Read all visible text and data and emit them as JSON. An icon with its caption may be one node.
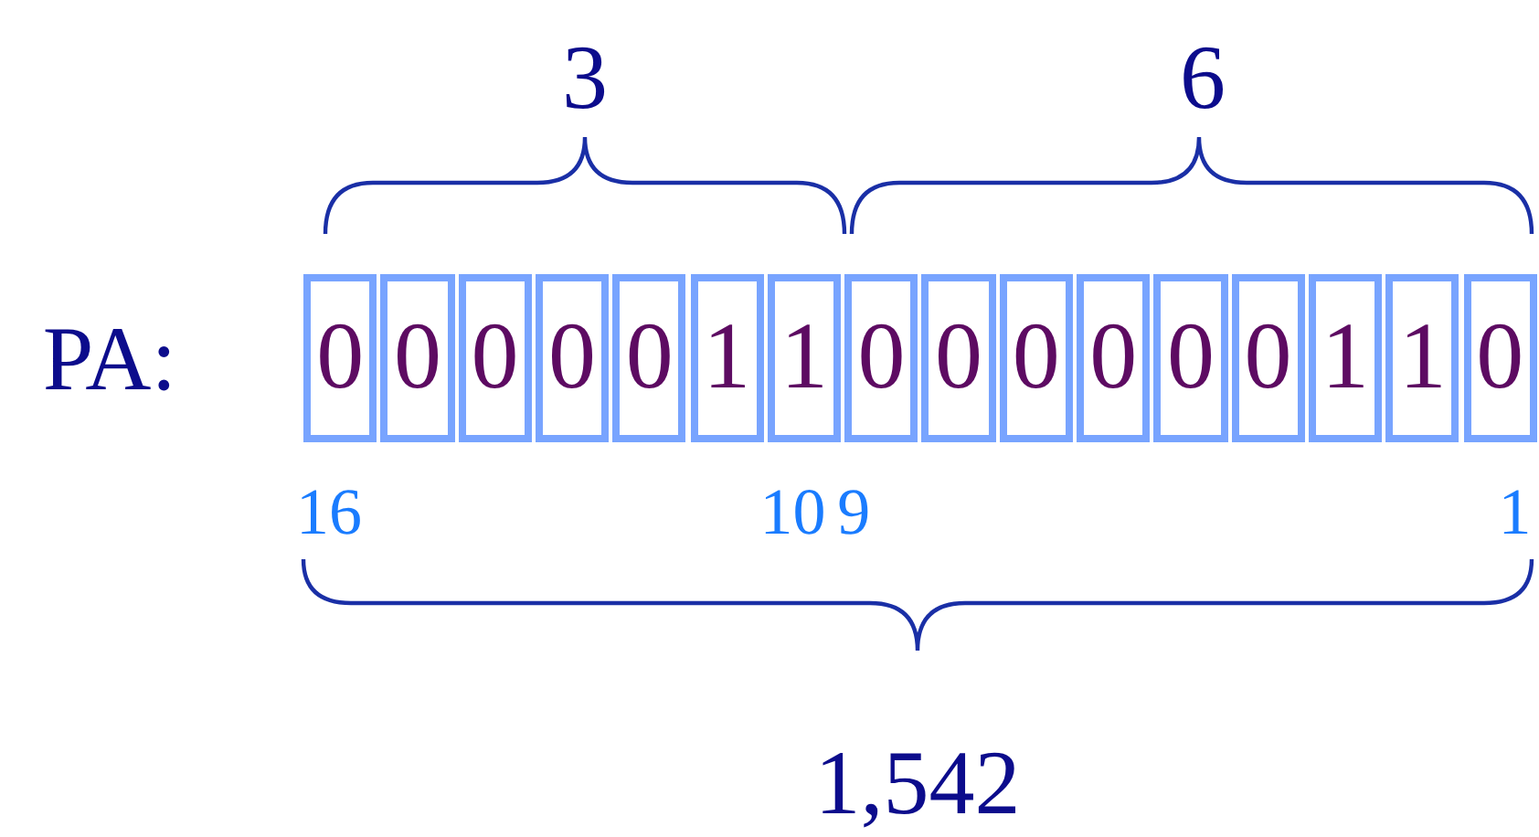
{
  "diagram": {
    "nodes": [
      {
        "text": [
          "0"
        ],
        "beside": [
          "16"
        ]
      },
      {
        "text": [
          "0"
        ]
      },
      {
        "text": [
          "0"
        ]
      },
      {
        "text": [
          "0"
        ]
      },
      {
        "text": [
          "0"
        ]
      },
      {
        "text": [
          "1"
        ]
      },
      {
        "text": [
          "1"
        ],
        "beside": [
          "10"
        ]
      },
      {
        "text": [
          "0"
        ],
        "beside": [
          "9"
        ]
      },
      {
        "text": [
          "0"
        ]
      },
      {
        "text": [
          "0"
        ]
      },
      {
        "text": [
          "0"
        ]
      },
      {
        "text": [
          "0"
        ]
      },
      {
        "text": [
          "0"
        ]
      },
      {
        "text": [
          "1"
        ]
      },
      {
        "text": [
          "1"
        ]
      },
      {
        "text": [
          "0"
        ],
        "beside": [
          "1"
        ]
      }
    ],
    "labels": [
      "3",
      "6",
      "PA:",
      "1,542"
    ]
  }
}
